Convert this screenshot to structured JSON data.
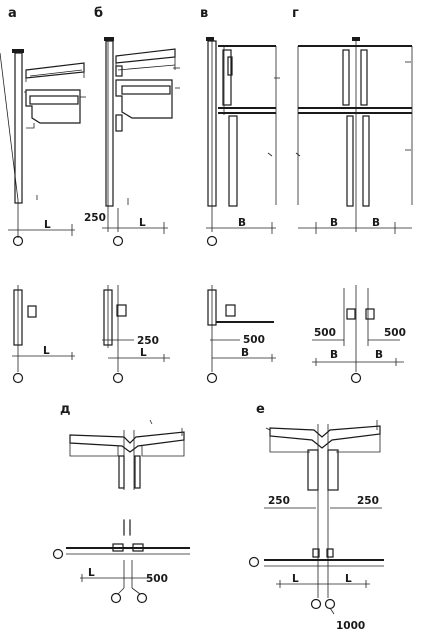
{
  "panels": {
    "a": "а",
    "b": "б",
    "v": "в",
    "g": "г",
    "d": "д",
    "e": "е"
  },
  "dims": {
    "L": "L",
    "B": "В",
    "d250": "250",
    "d500": "500",
    "d1000": "1000"
  }
}
